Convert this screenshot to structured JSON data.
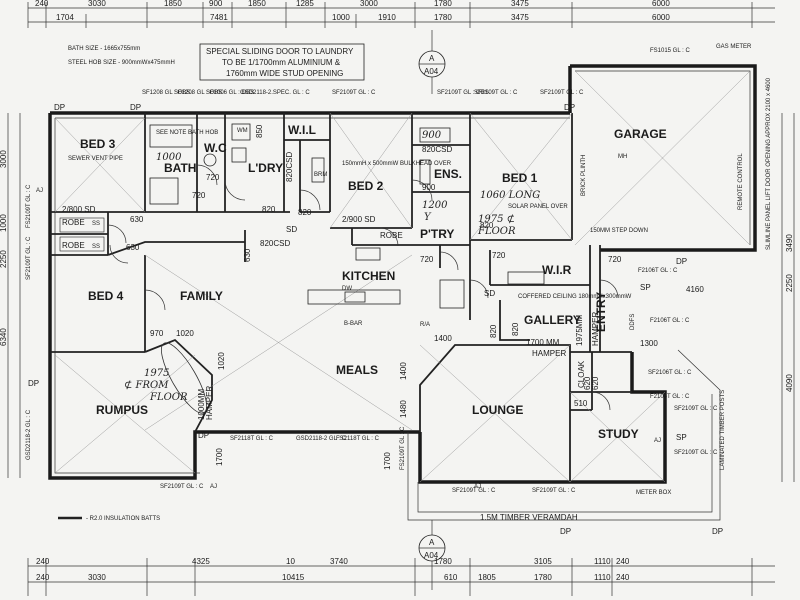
{
  "dims_top_1": [
    "240",
    "3030",
    "1850",
    "900",
    "1850",
    "1285",
    "3000",
    "1780",
    "3475",
    "6000"
  ],
  "dims_top_2": [
    "1704",
    "7481",
    "1000",
    "1910",
    "1780",
    "3475",
    "6000"
  ],
  "dims_bottom_1": [
    "240",
    "4325",
    "10",
    "3740",
    "1780",
    "3105",
    "1110",
    "240"
  ],
  "dims_bottom_2": [
    "240",
    "3030",
    "10415",
    "610",
    "1805",
    "1780",
    "1110",
    "240"
  ],
  "dims_left": [
    "3000",
    "1000",
    "2250",
    "6340"
  ],
  "dims_right": [
    "3490",
    "2250",
    "4090"
  ],
  "rooms": {
    "bed3": "BED 3",
    "bath": "BATH",
    "wc": "W.C",
    "ldry": "L'DRY",
    "wil": "W.I.L",
    "bed2": "BED 2",
    "ens": "ENS.",
    "bed1": "BED 1",
    "garage": "GARAGE",
    "bed4": "BED 4",
    "family": "FAMILY",
    "kitchen": "KITCHEN",
    "ptry": "P'TRY",
    "wir": "W.I.R",
    "entry": "ENTRY",
    "gallery": "GALLERY",
    "meals": "MEALS",
    "rumpus": "RUMPUS",
    "lounge": "LOUNGE",
    "study": "STUDY",
    "cloak": "CLOAK"
  },
  "notes": {
    "bath_size": "BATH SIZE - 1665x755mm",
    "hob_size": "STEEL HOB SIZE - 900mmWx475mmH",
    "sliding_line1": "SPECIAL SLIDING DOOR TO LAUNDRY",
    "sliding_line2": "TO BE 1/1700mm ALUMINIUM &",
    "sliding_line3": "1760mm WIDE STUD OPENING",
    "gas_meter": "GAS METER",
    "fs1015": "FS1015 GL : C",
    "sewer_vent": "SEWER VENT PIPE",
    "see_note": "SEE NOTE BATH HOB",
    "bulkhead": "150mmH x 500mmW BULKHEAD OVER",
    "solar_panel": "SOLAR PANEL OVER",
    "step_down": "150MM STEP DOWN",
    "coffered": "COFFERED CEILING 180mmHx300mmW",
    "brick_plinth": "BRICK PLINTH",
    "remote_control": "REMOTE CONTROL",
    "panel_lift": "SLIMLINE PANEL LIFT DOOR OPENING APPROX 2100 x 4600",
    "veranda": "1.5M TIMBER VERAMDAH",
    "laminated_posts": "LAMINATED TIMBER POSTS",
    "meter_box": "METER BOX",
    "insulation": "- R2.0 INSULATION BATTS",
    "hamper": "HAMPER",
    "bbar": "B-BAR",
    "robe": "ROBE",
    "robe2": "ROBE",
    "dp": "DP",
    "sp": "SP",
    "ra": "R/A",
    "sd": "SD",
    "aj": "AJ",
    "ddfs": "DDFS",
    "dw": "DW",
    "brm": "BRM",
    "mh": "MH",
    "ss": "SS",
    "wm": "WM",
    "a04": "A04",
    "a": "A"
  },
  "windows": {
    "sf1208a": "SF1208 GL : OBS.",
    "sf1208b": "SF1208 GL : OBS.",
    "sf1006": "SF1006 GL : OBS.",
    "gsd": "GSD2118-2.SPEC. GL : C",
    "sf2109t_1": "SF2109T GL : C",
    "sf2109t_2": "SF2109T GL : OBS.",
    "sf2109t_3": "SF2109T GL : C",
    "sf2109t_4": "SF2109T GL : C",
    "fs2109t_left": "FS2109T GL : C",
    "sf2109t_l2": "SF2109T GL : C",
    "gsd_left": "GSD2118-2 GL : C",
    "sf2109t_b1": "SF2109T GL : C",
    "sf2118t": "SF2118T GL : C",
    "gsd_bot": "GSD2118-2 GL : C",
    "fs2118t": "FS2118T GL : C",
    "sf2109t_b2": "SF2109T GL : C",
    "sf2109t_b3": "SF2109T GL : C",
    "sf2109t_r1": "SF2109T GL : C",
    "sf2109t_r2": "SF2109T GL : C",
    "f2106t_1": "F2106T GL : C",
    "f2106t_2": "F2106T GL : C",
    "sf2106t": "SF2106T GL : C",
    "f2106t_3": "F2106T GL : C",
    "fs2109t_mid": "FS2109T GL : C"
  },
  "internal_dims": {
    "d720a": "720",
    "d720b": "720",
    "d720c": "720",
    "d720d": "720",
    "d720e": "720",
    "d820a": "820",
    "d820b": "820",
    "d820c": "820",
    "d820d": "820",
    "d820e": "820",
    "d820csd_a": "820CSD",
    "d820csd_b": "820CSD",
    "d820csd_c": "820CSD",
    "d850": "850",
    "d900": "900",
    "d630a": "630",
    "d630b": "630",
    "d630c": "630",
    "d1300": "1300",
    "d970": "970",
    "d1020a": "1020",
    "d1020b": "1020",
    "d1400": "1400",
    "d1480": "1480",
    "d1700a": "1700",
    "d1700b": "1700",
    "d1700mm": "1700 MM",
    "d510": "510",
    "d620a": "620",
    "d620b": "620",
    "d1975mm": "1975MM",
    "d1000mm": "1000MM",
    "d4160": "4160",
    "d2800sd": "2/800 SD",
    "d2900sd": "2/900 SD",
    "d2800sd_b": "2/800 SD",
    "d1400b": "1400"
  },
  "handwritten": {
    "bath_1000": "1000",
    "ens_900": "900",
    "ens_1200": "1200",
    "bed1_1060": "1060 LONG",
    "bed1_1975": "1975 ⊄",
    "bed1_floor": "FLOOR",
    "rumpus_1975": "1975",
    "rumpus_from": "⊄ FROM",
    "rumpus_floor": "FLOOR",
    "ens_plus": "Y"
  }
}
